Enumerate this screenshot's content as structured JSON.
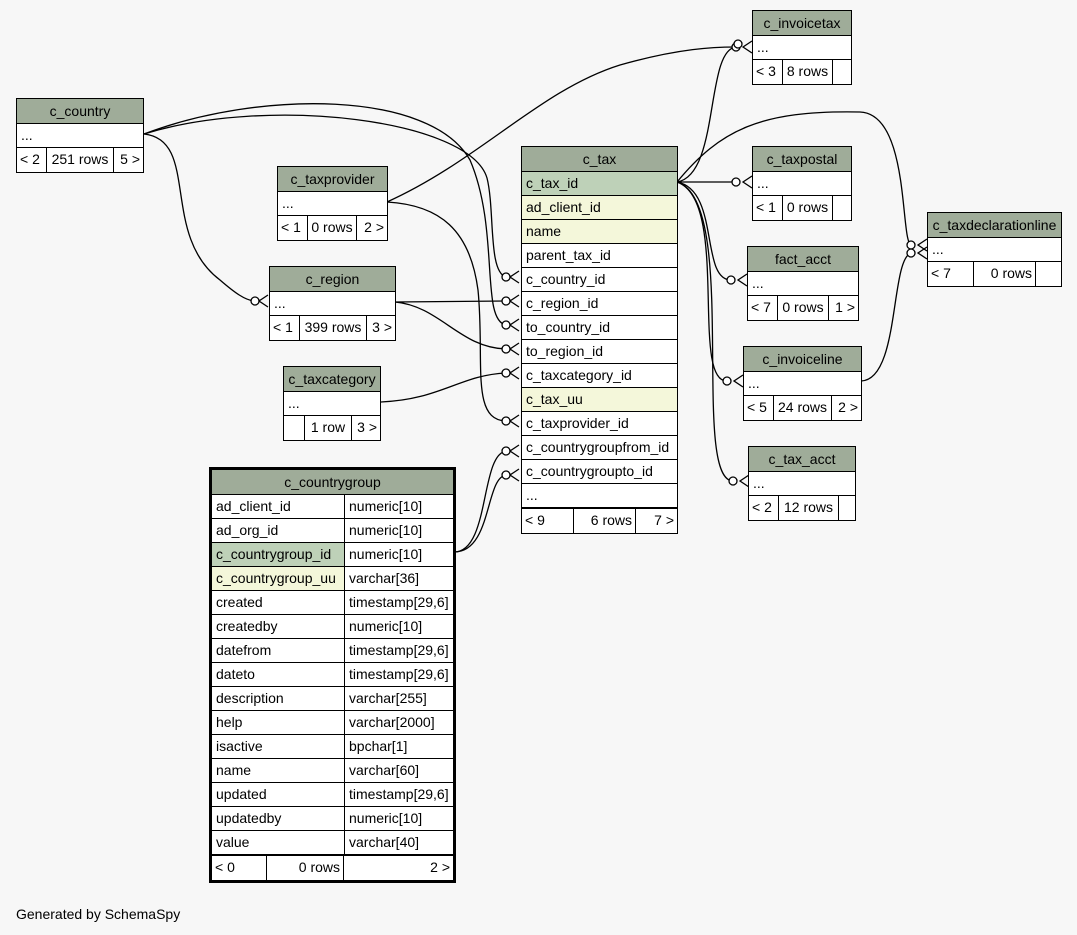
{
  "footer": "Generated by SchemaSpy",
  "colors": {
    "header": "#9fac99",
    "primary_key": "#bed1b8",
    "indexed": "#f4f7da"
  },
  "tables": {
    "c_country": {
      "name": "c_country",
      "rows": [
        "..."
      ],
      "parents": "< 2",
      "count": "251 rows",
      "children": "5 >"
    },
    "c_taxprovider": {
      "name": "c_taxprovider",
      "rows": [
        "..."
      ],
      "parents": "< 1",
      "count": "0 rows",
      "children": "2 >"
    },
    "c_region": {
      "name": "c_region",
      "rows": [
        "..."
      ],
      "parents": "< 1",
      "count": "399 rows",
      "children": "3 >"
    },
    "c_taxcategory": {
      "name": "c_taxcategory",
      "rows": [
        "..."
      ],
      "parents": "",
      "count": "1 row",
      "children": "3 >"
    },
    "c_tax": {
      "name": "c_tax",
      "rows": [
        "c_tax_id",
        "ad_client_id",
        "name",
        "parent_tax_id",
        "c_country_id",
        "c_region_id",
        "to_country_id",
        "to_region_id",
        "c_taxcategory_id",
        "c_tax_uu",
        "c_taxprovider_id",
        "c_countrygroupfrom_id",
        "c_countrygroupto_id",
        "..."
      ],
      "parents": "< 9",
      "count": "6 rows",
      "children": "7 >"
    },
    "c_invoicetax": {
      "name": "c_invoicetax",
      "rows": [
        "..."
      ],
      "parents": "< 3",
      "count": "8 rows",
      "children": ""
    },
    "c_taxpostal": {
      "name": "c_taxpostal",
      "rows": [
        "..."
      ],
      "parents": "< 1",
      "count": "0 rows",
      "children": ""
    },
    "fact_acct": {
      "name": "fact_acct",
      "rows": [
        "..."
      ],
      "parents": "< 7",
      "count": "0 rows",
      "children": "1 >"
    },
    "c_invoiceline": {
      "name": "c_invoiceline",
      "rows": [
        "..."
      ],
      "parents": "< 5",
      "count": "24 rows",
      "children": "2 >"
    },
    "c_tax_acct": {
      "name": "c_tax_acct",
      "rows": [
        "..."
      ],
      "parents": "< 2",
      "count": "12 rows",
      "children": ""
    },
    "c_taxdeclarationline": {
      "name": "c_taxdeclarationline",
      "rows": [
        "..."
      ],
      "parents": "< 7",
      "count": "0 rows",
      "children": ""
    },
    "c_countrygroup": {
      "name": "c_countrygroup",
      "columns": [
        {
          "name": "ad_client_id",
          "type": "numeric[10]"
        },
        {
          "name": "ad_org_id",
          "type": "numeric[10]"
        },
        {
          "name": "c_countrygroup_id",
          "type": "numeric[10]"
        },
        {
          "name": "c_countrygroup_uu",
          "type": "varchar[36]"
        },
        {
          "name": "created",
          "type": "timestamp[29,6]"
        },
        {
          "name": "createdby",
          "type": "numeric[10]"
        },
        {
          "name": "datefrom",
          "type": "timestamp[29,6]"
        },
        {
          "name": "dateto",
          "type": "timestamp[29,6]"
        },
        {
          "name": "description",
          "type": "varchar[255]"
        },
        {
          "name": "help",
          "type": "varchar[2000]"
        },
        {
          "name": "isactive",
          "type": "bpchar[1]"
        },
        {
          "name": "name",
          "type": "varchar[60]"
        },
        {
          "name": "updated",
          "type": "timestamp[29,6]"
        },
        {
          "name": "updatedby",
          "type": "numeric[10]"
        },
        {
          "name": "value",
          "type": "varchar[40]"
        }
      ],
      "parents": "< 0",
      "count": "0 rows",
      "children": "2 >"
    }
  }
}
